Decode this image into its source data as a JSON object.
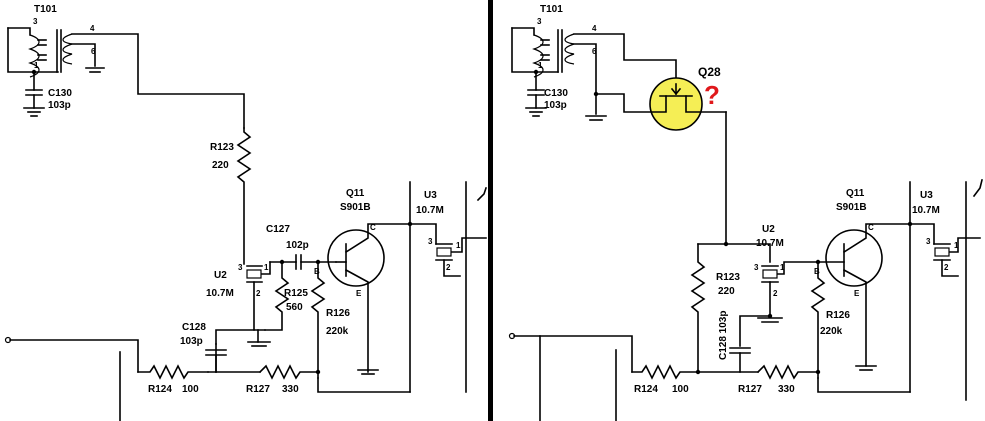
{
  "colors": {
    "q28_fill": "#f5ee55",
    "question_mark": "#e0181b",
    "divider": "#000000"
  },
  "left": {
    "t101": "T101",
    "pin3": "3",
    "pin4": "4",
    "pin6": "6",
    "pin1": "1",
    "c130": "C130",
    "c130_val": "103p",
    "r123": "R123",
    "r123_val": "220",
    "c127": "C127",
    "c127_val": "102p",
    "q11": "Q11",
    "q11_part": "S901B",
    "q11_c": "C",
    "q11_b": "B",
    "q11_e": "E",
    "u3": "U3",
    "u3_val": "10.7M",
    "u3_pin1": "1",
    "u3_pin2": "2",
    "u3_pin3": "3",
    "u2": "U2",
    "u2_val": "10.7M",
    "u2_pin1": "1",
    "u2_pin2": "2",
    "u2_pin3": "3",
    "r125": "R125",
    "r125_val": "560",
    "r126": "R126",
    "r126_val": "220k",
    "c128": "C128",
    "c128_val": "103p",
    "r124": "R124",
    "r124_val": "100",
    "r127": "R127",
    "r127_val": "330"
  },
  "right": {
    "t101": "T101",
    "pin3": "3",
    "pin4": "4",
    "pin6": "6",
    "pin1": "1",
    "c130": "C130",
    "c130_val": "103p",
    "q28": "Q28",
    "q28_mark": "?",
    "q11": "Q11",
    "q11_part": "S901B",
    "q11_c": "C",
    "q11_b": "B",
    "q11_e": "E",
    "u3": "U3",
    "u3_val": "10.7M",
    "u3_pin1": "1",
    "u3_pin2": "2",
    "u3_pin3": "3",
    "u2": "U2",
    "u2_val": "10.7M",
    "u2_pin1": "1",
    "u2_pin2": "2",
    "u2_pin3": "3",
    "r123": "R123",
    "r123_val": "220",
    "r126": "R126",
    "r126_val": "220k",
    "c128": "C128 103p",
    "r124": "R124",
    "r124_val": "100",
    "r127": "R127",
    "r127_val": "330"
  }
}
